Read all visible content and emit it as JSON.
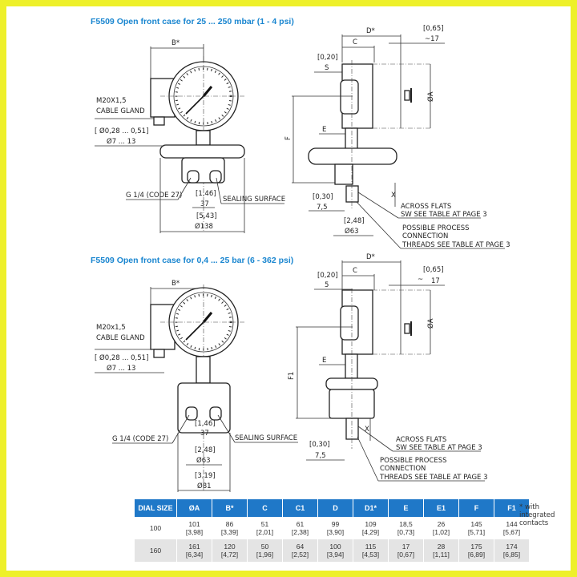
{
  "top": {
    "title": "F5509 Open front case for 25 ... 250 mbar (1 - 4 psi)",
    "b": "B*",
    "m20": "M20X1,5",
    "gland": "CABLE GLAND",
    "dia_in": "[ Ø0,28 ... 0,51]",
    "dia_mm": "Ø7 ... 13",
    "g14": "G 1/4 (CODE 27)",
    "p146": "[1,46]",
    "p37": "37",
    "seal": "SEALING SURFACE",
    "p543": "[5,43]",
    "p138": "Ø138",
    "d": "D*",
    "c": "C",
    "p065": "[0,65]",
    "p17": "~17",
    "p020": "[0,20]",
    "s": "S",
    "f": "F",
    "oa": "ØA",
    "e": "E",
    "p030": "[0,30]",
    "p75": "7,5",
    "p248": "[2,48]",
    "p63": "Ø63",
    "x": "X",
    "af": "ACROSS FLATS",
    "sw": "SW SEE TABLE AT PAGE 3",
    "pp": "POSSIBLE PROCESS",
    "conn": "CONNECTION",
    "thr": "THREADS SEE TABLE AT PAGE 3"
  },
  "bottom": {
    "title": "F5509 Open front case for 0,4 ... 25 bar (6 - 362 psi)",
    "b": "B*",
    "m20": "M20x1,5",
    "gland": "CABLE GLAND",
    "dia_in": "[ Ø0,28 ... 0,51]",
    "dia_mm": "Ø7 ... 13",
    "g14": "G 1/4 (CODE 27)",
    "p146": "[1,46]",
    "p37": "37",
    "seal": "SEALING SURFACE",
    "p248": "[2,48]",
    "p63": "Ø63",
    "p319": "[3,19]",
    "p81": "Ø81",
    "d": "D*",
    "c": "C",
    "p065": "[0,65]",
    "tilde": "~",
    "p17": "17",
    "p020": "[0,20]",
    "s": "5",
    "f1": "F1",
    "oa": "ØA",
    "e": "E",
    "p030": "[0,30]",
    "p75": "7,5",
    "x": "X",
    "af": "ACROSS FLATS",
    "sw": "SW SEE TABLE AT PAGE 3",
    "pp": "POSSIBLE PROCESS",
    "conn": "CONNECTION",
    "thr": "THREADS SEE TABLE AT PAGE 3"
  },
  "table": {
    "headers": [
      "DIAL SIZE",
      "ØA",
      "B*",
      "C",
      "C1",
      "D",
      "D1*",
      "E",
      "E1",
      "F",
      "F1"
    ],
    "rows": [
      [
        [
          "100",
          ""
        ],
        [
          "101",
          "[3,98]"
        ],
        [
          "86",
          "[3,39]"
        ],
        [
          "51",
          "[2,01]"
        ],
        [
          "61",
          "[2,38]"
        ],
        [
          "99",
          "[3,90]"
        ],
        [
          "109",
          "[4,29]"
        ],
        [
          "18,5",
          "[0,73]"
        ],
        [
          "26",
          "[1,02]"
        ],
        [
          "145",
          "[5,71]"
        ],
        [
          "144",
          "[5,67]"
        ]
      ],
      [
        [
          "160",
          ""
        ],
        [
          "161",
          "[6,34]"
        ],
        [
          "120",
          "[4,72]"
        ],
        [
          "50",
          "[1,96]"
        ],
        [
          "64",
          "[2,52]"
        ],
        [
          "100",
          "[3,94]"
        ],
        [
          "115",
          "[4,53]"
        ],
        [
          "17",
          "[0,67]"
        ],
        [
          "28",
          "[1,11]"
        ],
        [
          "175",
          "[6,89]"
        ],
        [
          "174",
          "[6,85]"
        ]
      ]
    ],
    "note": "* with integrated contacts"
  }
}
